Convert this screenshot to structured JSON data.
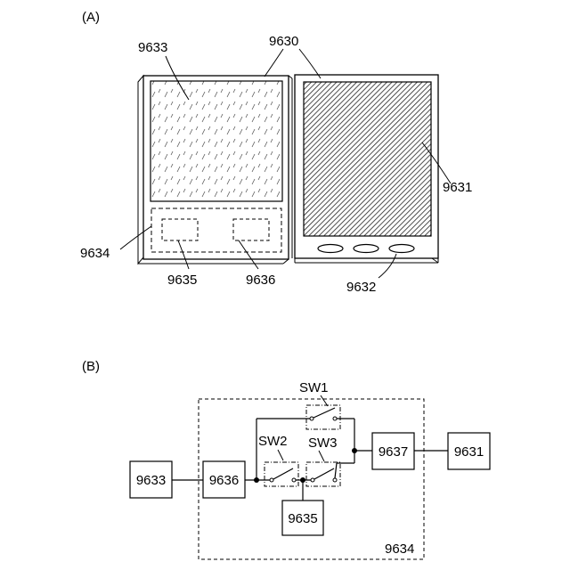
{
  "figure_a": {
    "label": "(A)",
    "refs": {
      "r9633": "9633",
      "r9630": "9630",
      "r9631": "9631",
      "r9634": "9634",
      "r9635": "9635",
      "r9636": "9636",
      "r9632": "9632"
    }
  },
  "figure_b": {
    "label": "(B)",
    "boxes": {
      "b9633": "9633",
      "b9636": "9636",
      "b9635": "9635",
      "b9637": "9637",
      "b9631": "9631"
    },
    "switches": {
      "sw1": "SW1",
      "sw2": "SW2",
      "sw3": "SW3"
    },
    "region_label": "9634"
  }
}
